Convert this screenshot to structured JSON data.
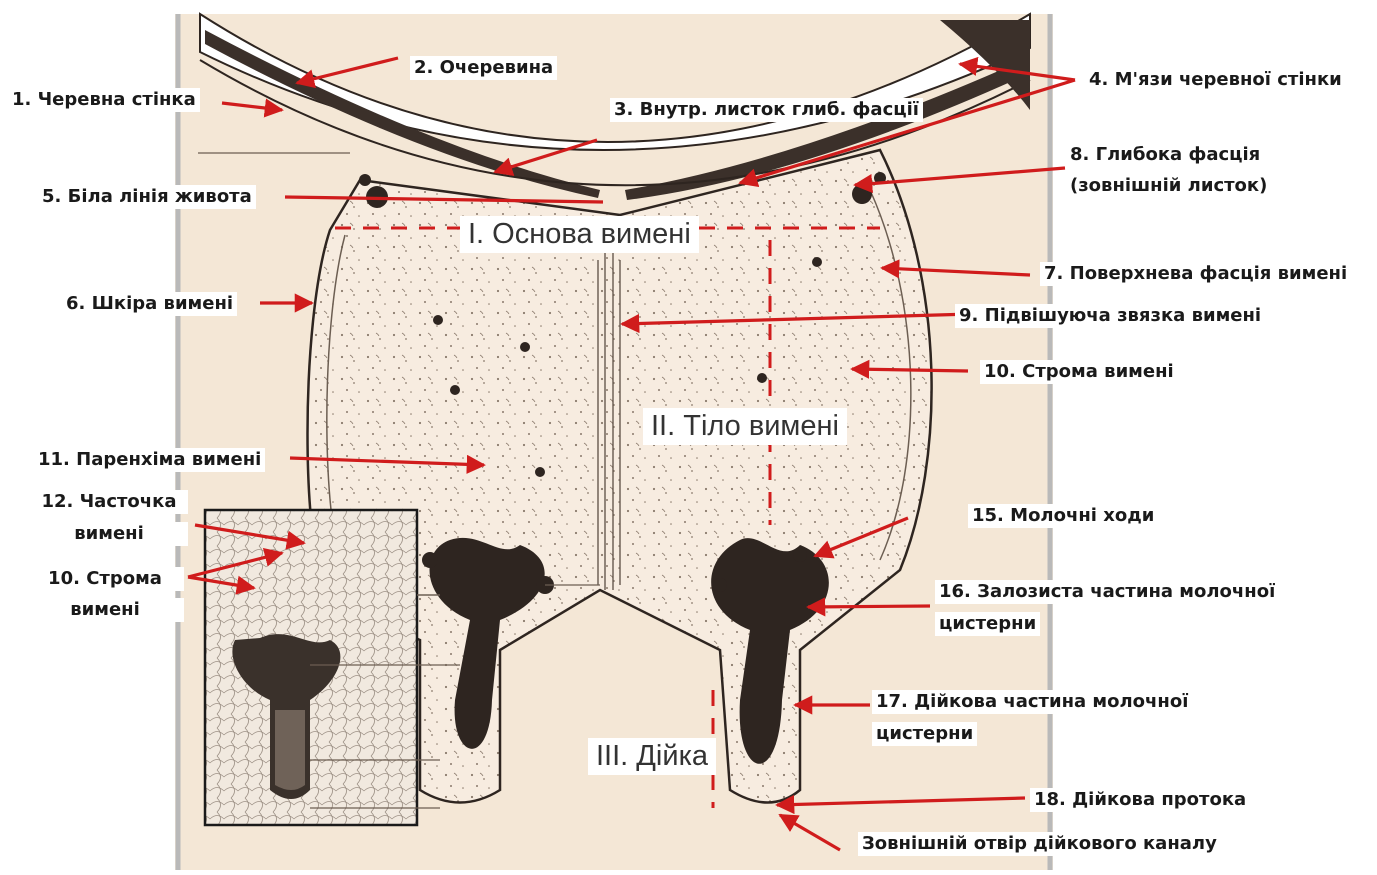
{
  "colors": {
    "arrow": "#d01c1c",
    "background": "#f4e7d6",
    "tissue": "#2e2520"
  },
  "labels": {
    "l1": "1. Черевна стінка",
    "l2": "2. Очеревина",
    "l3": "3. Внутр. листок глиб. фасції",
    "l4": "4. М'язи черевної стінки",
    "l5": "5. Біла лінія живота",
    "l6": "6. Шкіра вимені",
    "l7": "7. Поверхнева фасція вимені",
    "l8a": "8. Глибока фасція",
    "l8b": "(зовнішній листок)",
    "l9": "9. Підвішуюча звязка вимені",
    "l10": "10. Строма вимені",
    "l11": "11. Паренхіма вимені",
    "l12a": "12. Часточка",
    "l12b": "вимені",
    "l10ia": "10. Строма",
    "l10ib": "вимені",
    "l15": "15. Молочні ходи",
    "l16a": "16.  Залозиста частина молочної",
    "l16b": "цистерни",
    "l17a": "17. Дійкова частина молочної",
    "l17b": "цистерни",
    "l18": "18. Дійкова протока",
    "l19": "Зовнішній отвір дійкового каналу"
  },
  "regions": {
    "base": "I. Основа вимені",
    "body": "II. Тіло вимені",
    "teat": "III. Дійка"
  }
}
